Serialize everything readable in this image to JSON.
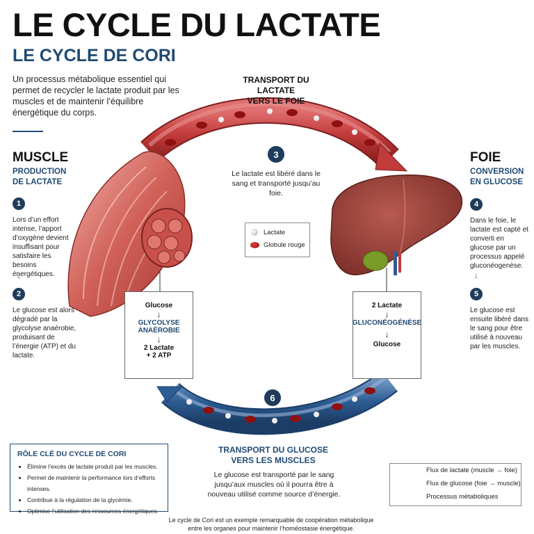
{
  "title": "LE CYCLE DU LACTATE",
  "subtitle": "LE CYCLE DE CORI",
  "intro": "Un processus métabolique essentiel qui permet de recycler le lactate produit par les muscles et de maintenir l’équilibre énergétique du corps.",
  "muscle": {
    "title": "MUSCLE",
    "subtitle_line1": "PRODUCTION",
    "subtitle_line2": "DE LACTATE",
    "step1_num": "1",
    "step1_text": "Lors d’un effort intense, l’apport d’oxygène devient insuffisant pour satisfaire les besoins énergétiques.",
    "step2_num": "2",
    "step2_text": "Le glucose est alors dégradé par la glycolyse anaérobie, produisant de l’énergie (ATP) et du lactate.",
    "box_top": "Glucose",
    "box_mid_line1": "GLYCOLYSE",
    "box_mid_line2": "ANAÉROBIE",
    "box_bottom_line1": "2 Lactate",
    "box_bottom_line2": "+ 2 ATP"
  },
  "foie": {
    "title": "FOIE",
    "subtitle_line1": "CONVERSION",
    "subtitle_line2": "EN GLUCOSE",
    "step4_num": "4",
    "step4_text": "Dans le foie, le lactate est capté et converti en glucose par un processus appelé gluconéogenèse.",
    "step5_num": "5",
    "step5_text": "Le glucose est ensuite libéré dans le sang pour être utilisé à nouveau par les muscles.",
    "box_top": "2 Lactate",
    "box_mid": "GLUCONÉOGÉNÈSE",
    "box_bottom": "Glucose"
  },
  "transport_lactate": {
    "title_line1": "TRANSPORT DU LACTATE",
    "title_line2": "VERS LE FOIE",
    "step_num": "3",
    "text": "Le lactate est libéré dans le sang et transporté jusqu’au foie."
  },
  "transport_glucose": {
    "title_line1": "TRANSPORT DU GLUCOSE",
    "title_line2": "VERS LES MUSCLES",
    "step_num": "6",
    "text": "Le glucose est transporté par le sang jusqu’aux muscles où il pourra être à nouveau utilisé comme source d’énergie."
  },
  "legend_cells": {
    "lactate": "Lactate",
    "globule": "Globule rouge"
  },
  "role": {
    "title": "RÔLE CLÉ DU CYCLE DE CORI",
    "items": [
      "Élimine l’excès de lactate produit par les muscles.",
      "Permet de maintenir la performance lors d’efforts intenses.",
      "Contribue à la régulation de la glycémie.",
      "Optimise l’utilisation des ressources énergétiques."
    ]
  },
  "legend_flux": {
    "lactate": "Flux de lactate (muscle → foie)",
    "glucose": "Flux de glucose (foie → muscle)",
    "process": "Processus métaboliques",
    "colors": {
      "lactate": "#1f3c5a",
      "glucose": "#1f3c5a",
      "process": "#666666"
    }
  },
  "footer_line1": "Le cycle de Cori est un exemple remarquable de coopération métabolique",
  "footer_line2": "entre les organes pour maintenir l’homéostasie énergétique.",
  "colors": {
    "navy": "#1f4a73",
    "badge": "#1f3c5a",
    "artery": "#c23b3b",
    "vein": "#2d5d94"
  }
}
